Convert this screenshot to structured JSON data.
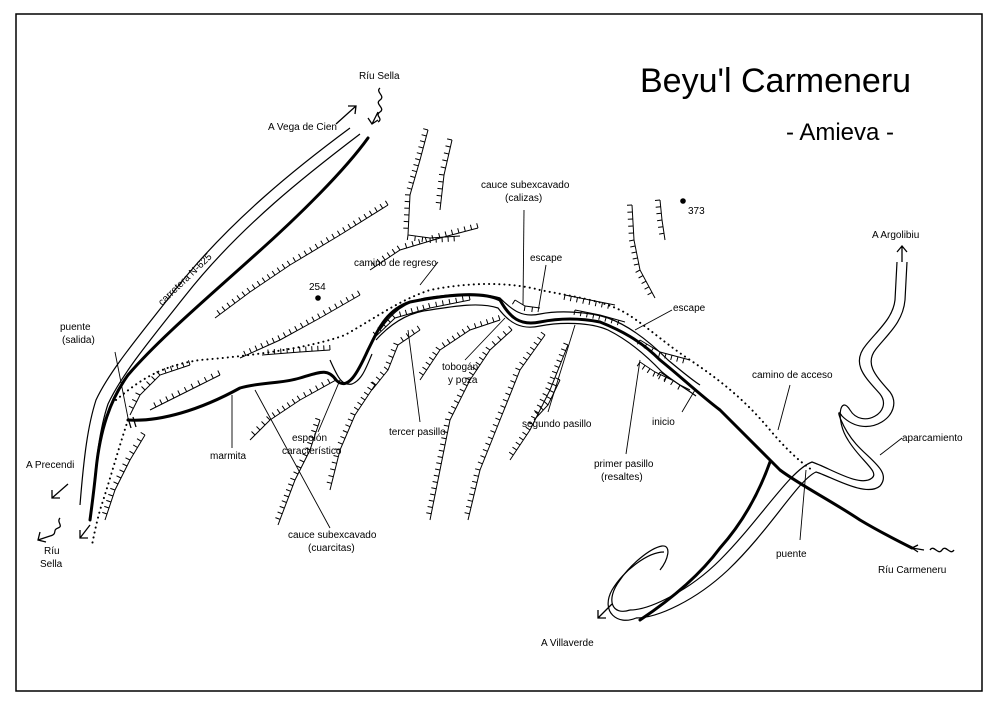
{
  "title": "Beyu'l Carmeneru",
  "subtitle": "- Amieva -",
  "labels": {
    "riu_sella_top": "Ríu Sella",
    "vega_de_cien": "A Vega de Cien",
    "carretera": "carretera N-625",
    "puente_salida_1": "puente",
    "puente_salida_2": "(salida)",
    "precendi": "A Precendi",
    "riu_sella_bottom_1": "Ríu",
    "riu_sella_bottom_2": "Sella",
    "point_254": "254",
    "point_373": "373",
    "camino_regreso": "camino de regreso",
    "cauce_calizas_1": "cauce subexcavado",
    "cauce_calizas_2": "(calizas)",
    "escape_1": "escape",
    "escape_2": "escape",
    "argolibiu": "A Argolibiu",
    "camino_acceso": "camino de acceso",
    "aparcamiento": "aparcamiento",
    "tobogan_1": "tobogán",
    "tobogan_2": "y poza",
    "espolon_1": "espolón",
    "espolon_2": "característico",
    "marmita": "marmita",
    "tercer_pasillo": "tercer pasillo",
    "segundo_pasillo": "segundo pasillo",
    "inicio": "inicio",
    "primer_pasillo_1": "primer pasillo",
    "primer_pasillo_2": "(resaltes)",
    "cauce_cuarcitas_1": "cauce subexcavado",
    "cauce_cuarcitas_2": "(cuarcitas)",
    "puente": "puente",
    "riu_carmeneru": "Ríu Carmeneru",
    "villaverde": "A Villaverde"
  }
}
